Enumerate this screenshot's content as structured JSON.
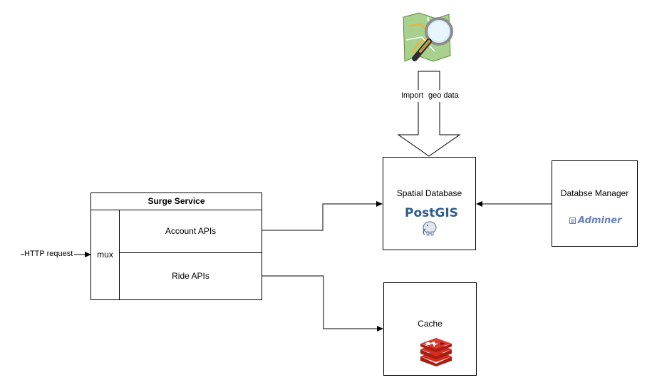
{
  "surge_service": {
    "title": "Surge Service",
    "router_label": "mux",
    "routes": [
      {
        "label": "Account APIs"
      },
      {
        "label": "Ride APIs"
      }
    ]
  },
  "input": {
    "label": "HTTP request"
  },
  "import": {
    "label_left": "Import",
    "label_right": "geo data"
  },
  "spatial_db": {
    "title": "Spatial Database",
    "logo_text": "PostGIS"
  },
  "db_manager": {
    "title": "Databse Manager",
    "logo_text": "Adminer"
  },
  "cache": {
    "title": "Cache"
  },
  "colors": {
    "line": "#000000",
    "postgis_blue": "#2f5d8c",
    "adminer_blue": "#6b84b3",
    "redis_red": "#c6302b",
    "osm_green": "#9bc88f"
  },
  "icons": {
    "top": "openstreetmap-magnifier-icon",
    "spatial_db": "postgis-elephant-logo",
    "db_manager": "adminer-logo",
    "cache": "redis-logo"
  }
}
